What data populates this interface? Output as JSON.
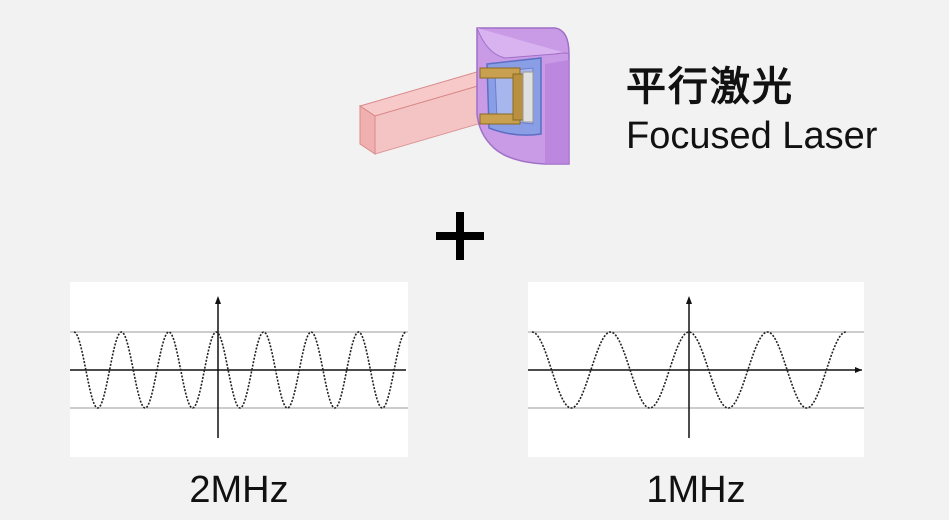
{
  "title": {
    "chinese": "平行激光",
    "english": "Focused Laser"
  },
  "waves": [
    {
      "label": "2MHz",
      "cycles": 7,
      "color": "#222222"
    },
    {
      "label": "1MHz",
      "cycles": 4,
      "color": "#222222"
    }
  ],
  "colors": {
    "background": "#f2f2f2",
    "device_body": "#c99be6",
    "device_frame": "#7b8fe0",
    "electrode": "#c8a050",
    "beam": "#f3b3b3"
  }
}
